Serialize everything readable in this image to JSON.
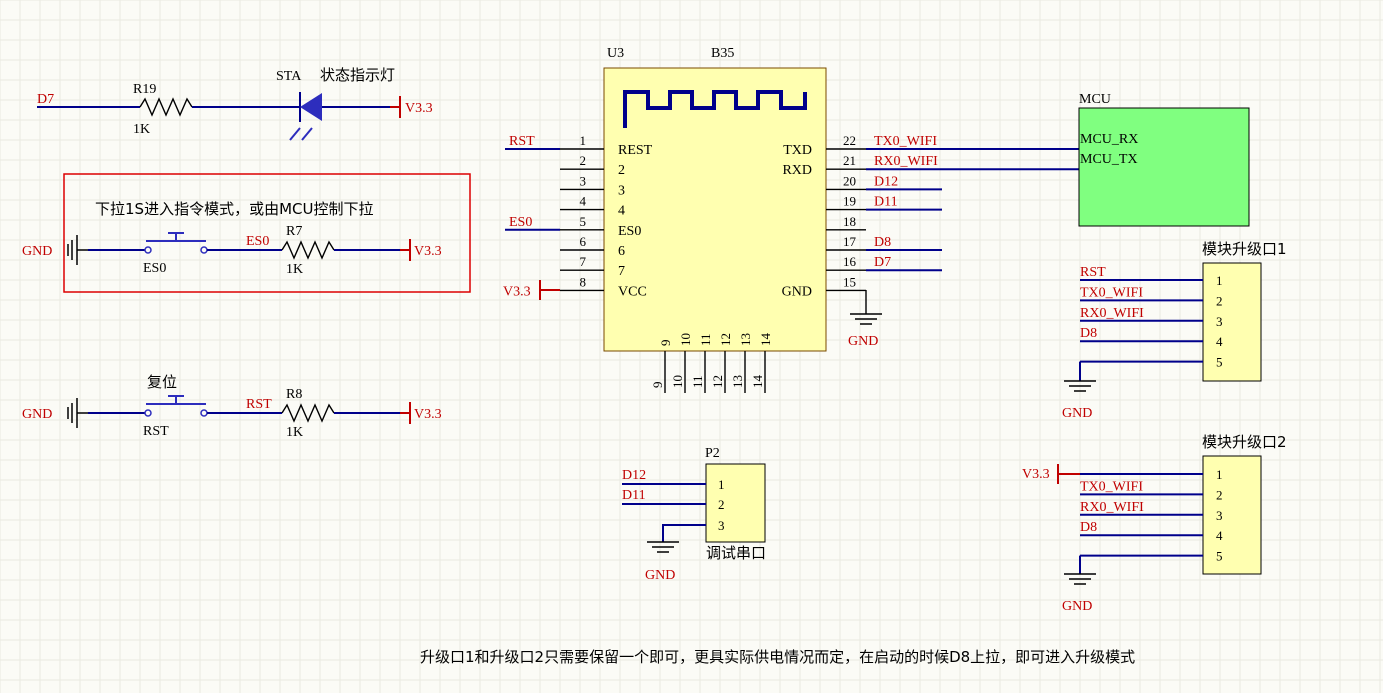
{
  "u3": {
    "ref": "U3",
    "part": "B35",
    "left_pins": [
      {
        "num": "1",
        "name": "REST",
        "net": "RST"
      },
      {
        "num": "2",
        "name": "2",
        "net": ""
      },
      {
        "num": "3",
        "name": "3",
        "net": ""
      },
      {
        "num": "4",
        "name": "4",
        "net": ""
      },
      {
        "num": "5",
        "name": "ES0",
        "net": "ES0"
      },
      {
        "num": "6",
        "name": "6",
        "net": ""
      },
      {
        "num": "7",
        "name": "7",
        "net": ""
      },
      {
        "num": "8",
        "name": "VCC",
        "net": "V3.3"
      }
    ],
    "right_pins": [
      {
        "num": "22",
        "name": "TXD",
        "net": "TX0_WIFI"
      },
      {
        "num": "21",
        "name": "RXD",
        "net": "RX0_WIFI"
      },
      {
        "num": "20",
        "name": "",
        "net": "D12"
      },
      {
        "num": "19",
        "name": "",
        "net": "D11"
      },
      {
        "num": "18",
        "name": "",
        "net": ""
      },
      {
        "num": "17",
        "name": "",
        "net": "D8"
      },
      {
        "num": "16",
        "name": "",
        "net": "D7"
      },
      {
        "num": "15",
        "name": "GND",
        "net": ""
      }
    ],
    "bottom_inner": [
      "9",
      "10",
      "11",
      "12",
      "13",
      "14"
    ],
    "bottom_outer": [
      "9",
      "10",
      "11",
      "12",
      "13",
      "14"
    ],
    "gnd": "GND"
  },
  "mcu": {
    "title": "MCU",
    "rx": "MCU_RX",
    "tx": "MCU_TX"
  },
  "led_circuit": {
    "net_in": "D7",
    "resistor": "R19",
    "value": "1K",
    "led": "STA",
    "caption": "状态指示灯",
    "supply": "V3.3"
  },
  "es0_circuit": {
    "note": "下拉1S进入指令模式，或由MCU控制下拉",
    "gnd": "GND",
    "switch": "ES0",
    "net": "ES0",
    "resistor": "R7",
    "value": "1K",
    "supply": "V3.3"
  },
  "rst_circuit": {
    "caption": "复位",
    "gnd": "GND",
    "switch": "RST",
    "net": "RST",
    "resistor": "R8",
    "value": "1K",
    "supply": "V3.3"
  },
  "p2": {
    "ref": "P2",
    "nets": [
      "D12",
      "D11"
    ],
    "pins": [
      "1",
      "2",
      "3"
    ],
    "caption": "调试串口",
    "gnd": "GND"
  },
  "upgrade1": {
    "title": "模块升级口1",
    "nets": [
      "RST",
      "TX0_WIFI",
      "RX0_WIFI",
      "D8"
    ],
    "pins": [
      "1",
      "2",
      "3",
      "4",
      "5"
    ],
    "gnd": "GND"
  },
  "upgrade2": {
    "title": "模块升级口2",
    "supply": "V3.3",
    "nets": [
      "TX0_WIFI",
      "RX0_WIFI",
      "D8"
    ],
    "pins": [
      "1",
      "2",
      "3",
      "4",
      "5"
    ],
    "gnd": "GND"
  },
  "footnote": "升级口1和升级口2只需要保留一个即可，更具实际供电情况而定，在启动的时候D8上拉，即可进入升级模式"
}
